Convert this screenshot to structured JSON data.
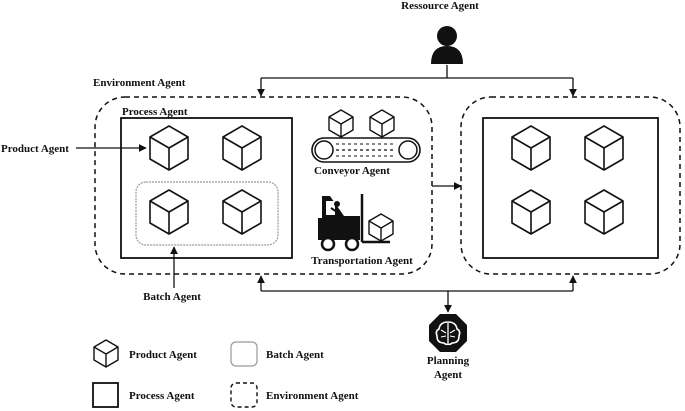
{
  "labels": {
    "resource_agent": "Ressource Agent",
    "environment_agent": "Environment Agent",
    "process_agent": "Process Agent",
    "product_agent": "Product Agent",
    "conveyor_agent": "Conveyor Agent",
    "transportation_agent": "Transportation Agent",
    "batch_agent": "Batch Agent",
    "planning_agent_line1": "Planning",
    "planning_agent_line2": "Agent"
  },
  "legend": {
    "product_agent": "Product Agent",
    "batch_agent": "Batch Agent",
    "process_agent": "Process Agent",
    "environment_agent": "Environment Agent"
  },
  "icons": {
    "resource": "person-icon",
    "planning": "brain-octagon-icon",
    "product": "cube-icon",
    "conveyor": "conveyor-belt-icon",
    "transport": "forklift-icon"
  },
  "colors": {
    "stroke": "#111111",
    "batch_border": "#9a9a9a",
    "background": "#ffffff"
  }
}
